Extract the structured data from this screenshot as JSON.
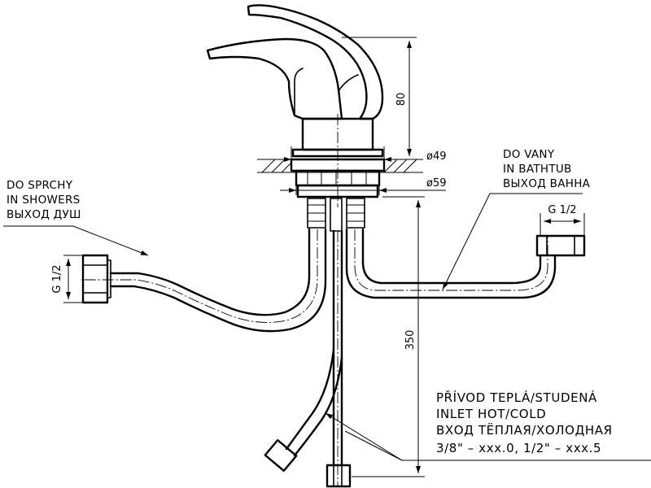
{
  "labels": {
    "shower": [
      "DO SPRCHY",
      "IN SHOWERS",
      "ВЫХОД ДУШ"
    ],
    "bathtub": [
      "DO VANY",
      "IN BATHTUB",
      "ВЫХОД ВАННА"
    ],
    "inlet": [
      "PŘÍVOD TEPLÁ/STUDENÁ",
      "INLET HOT/COLD",
      "ВХОД ТЁПЛАЯ/ХОЛОДНАЯ",
      "3/8\" – xxx.0, 1/2\" – xxx.5"
    ]
  },
  "dimensions": {
    "height_handle": "80",
    "diameter_49": "ø49",
    "diameter_59": "ø59",
    "length_hose": "350",
    "thread_left": "G 1/2",
    "thread_right": "G 1/2"
  }
}
